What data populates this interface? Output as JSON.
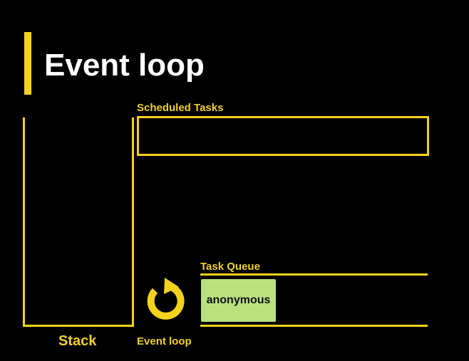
{
  "title": "Event loop",
  "scheduled_tasks": {
    "label": "Scheduled Tasks",
    "items": []
  },
  "stack": {
    "label": "Stack",
    "items": []
  },
  "event_loop": {
    "label": "Event loop",
    "icon": "rotate-arrow-icon"
  },
  "task_queue": {
    "label": "Task Queue",
    "items": [
      "anonymous"
    ]
  },
  "colors": {
    "background": "#000000",
    "accent": "#f5d21b",
    "title_text": "#ffffff",
    "task_item": "#b9e27f"
  }
}
